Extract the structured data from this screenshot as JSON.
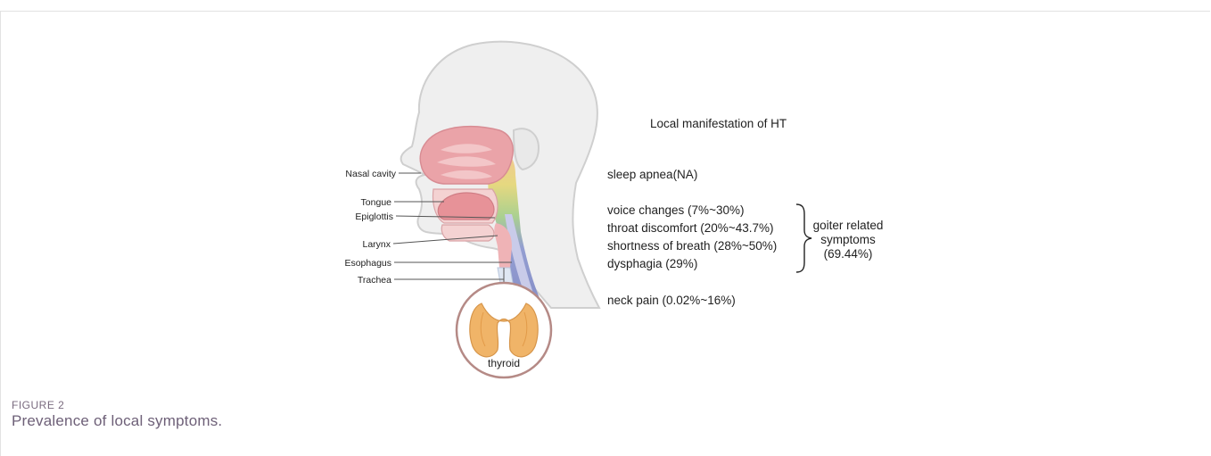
{
  "figure": {
    "label": "FIGURE 2",
    "caption": "Prevalence of local symptoms."
  },
  "diagram": {
    "heading": "Local manifestation of HT",
    "anatomy_labels": {
      "nasal_cavity": "Nasal cavity",
      "tongue": "Tongue",
      "epiglottis": "Epiglottis",
      "larynx": "Larynx",
      "esophagus": "Esophagus",
      "trachea": "Trachea"
    },
    "thyroid_label": "thyroid",
    "symptoms": {
      "sleep_apnea": "sleep apnea(NA)",
      "voice_changes": "voice changes (7%~30%)",
      "throat_discomfort": "throat discomfort (20%~43.7%)",
      "shortness_of_breath": "shortness of breath (28%~50%)",
      "dysphagia": "dysphagia (29%)",
      "neck_pain": "neck pain (0.02%~16%)"
    },
    "goiter_group": {
      "line1": "goiter related",
      "line2": "symptoms",
      "line3": "(69.44%)"
    }
  },
  "colors": {
    "head_fill": "#efefef",
    "outline": "#c8c8c8",
    "nasal_pink": "#eaa3a8",
    "airway_yellow": "#e5d77a",
    "airway_green": "#a7cf8a",
    "airway_blue": "#8f9ad0",
    "thyroid_orange": "#f0b468",
    "thyroid_ring": "#b58a86",
    "text": "#1f1f1f",
    "caption": "#6e6078"
  }
}
